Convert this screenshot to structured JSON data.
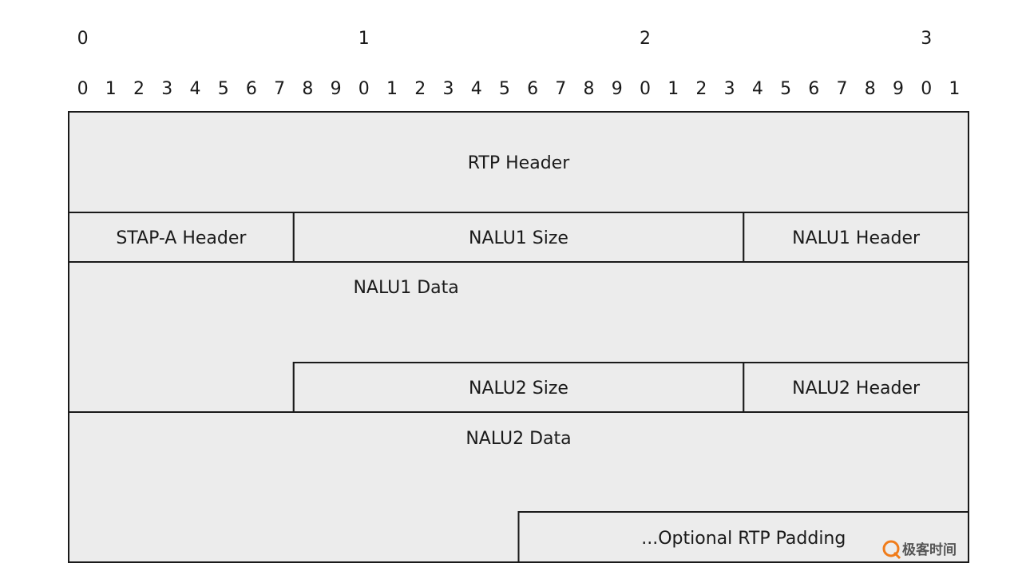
{
  "ruler": {
    "tens": [
      "0",
      "1",
      "2",
      "3"
    ],
    "units": [
      "0",
      "1",
      "2",
      "3",
      "4",
      "5",
      "6",
      "7",
      "8",
      "9",
      "0",
      "1",
      "2",
      "3",
      "4",
      "5",
      "6",
      "7",
      "8",
      "9",
      "0",
      "1",
      "2",
      "3",
      "4",
      "5",
      "6",
      "7",
      "8",
      "9",
      "0",
      "1"
    ]
  },
  "fields": [
    {
      "id": "rtp-header",
      "label": "RTP Header"
    },
    {
      "id": "stap-a-header",
      "label": "STAP-A Header"
    },
    {
      "id": "nalu1-size",
      "label": "NALU1 Size"
    },
    {
      "id": "nalu1-header",
      "label": "NALU1 Header"
    },
    {
      "id": "nalu1-data",
      "label": "NALU1 Data"
    },
    {
      "id": "nalu2-size",
      "label": "NALU2 Size"
    },
    {
      "id": "nalu2-header",
      "label": "NALU2 Header"
    },
    {
      "id": "nalu2-data",
      "label": "NALU2 Data"
    },
    {
      "id": "optional-rtp-padding",
      "label": "...Optional RTP Padding"
    }
  ],
  "colors": {
    "field_fill": "#ececec",
    "stroke": "#1a1a1a",
    "logo_accent": "#f07c1a"
  },
  "logo": {
    "text": "极客时间"
  }
}
